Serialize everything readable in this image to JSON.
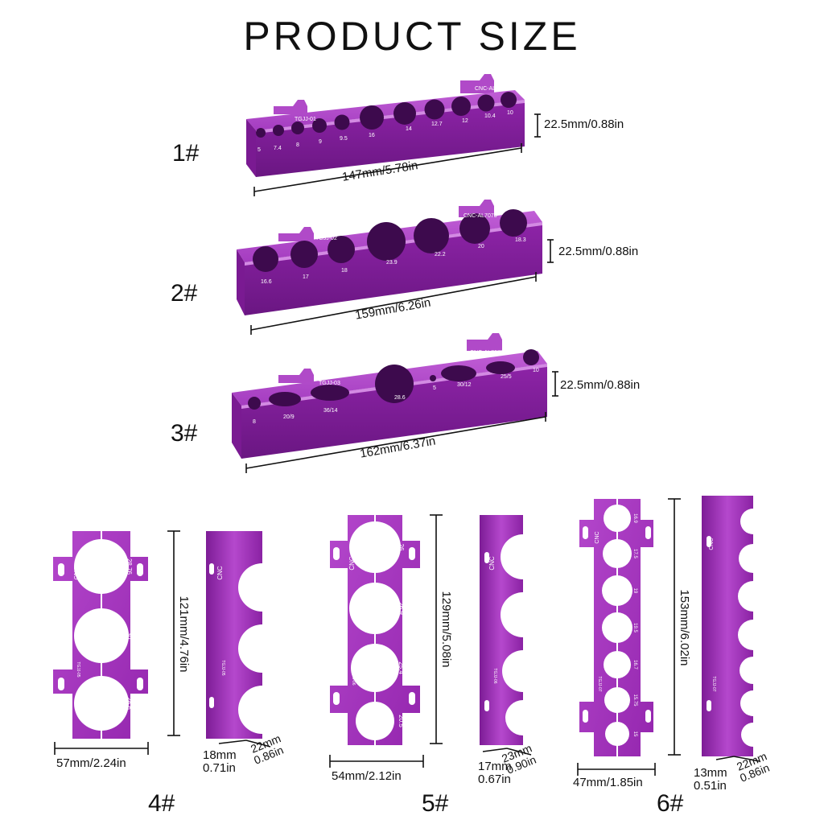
{
  "title": "PRODUCT SIZE",
  "colors": {
    "purple": "#9b2fb5",
    "purple_dark": "#6e1d86",
    "purple_light": "#c46ad8",
    "hole": "#4a0f5c",
    "white": "#ffffff"
  },
  "products": [
    {
      "id": "1#",
      "code": "TGJJ-01",
      "brand": "CNC-AL7075",
      "length": "147mm/5.78in",
      "height": "22.5mm/0.88in",
      "holes": [
        "5",
        "7.4",
        "8",
        "9",
        "9.5",
        "16",
        "14",
        "12.7",
        "12",
        "10.4",
        "10"
      ]
    },
    {
      "id": "2#",
      "code": "TGJJ-02",
      "brand": "CNC-AL7075",
      "length": "159mm/6.26in",
      "height": "22.5mm/0.88in",
      "holes": [
        "16.6",
        "17",
        "18",
        "23.9",
        "22.2",
        "20",
        "18.3"
      ]
    },
    {
      "id": "3#",
      "code": "TGJJ-03",
      "brand": "CNC-AL7075",
      "length": "162mm/6.37in",
      "height": "22.5mm/0.88in",
      "holes": [
        "8",
        "20/9",
        "36/14",
        "28.6",
        "5",
        "30/12",
        "25/5",
        "10"
      ]
    },
    {
      "id": "4#",
      "code": "TGJJ-05",
      "brand": "CNC",
      "length": "121mm/4.76in",
      "width": "57mm/2.24in",
      "depth_a": "18mm",
      "depth_a_in": "0.71in",
      "depth_b": "22mm",
      "depth_b_in": "0.86in",
      "holes": [
        "28.76",
        "30",
        "28.6"
      ]
    },
    {
      "id": "5#",
      "code": "TGJJ-06",
      "brand": "CNC",
      "length": "129mm/5.08in",
      "width": "54mm/2.12in",
      "depth_a": "17mm",
      "depth_a_in": "0.67in",
      "depth_b": "23mm",
      "depth_b_in": "0.90in",
      "holes": [
        "26",
        "26.9",
        "25.4",
        "20.5"
      ]
    },
    {
      "id": "6#",
      "code": "TGJJ-07",
      "brand": "CNC",
      "length": "153mm/6.02in",
      "width": "47mm/1.85in",
      "depth_a": "13mm",
      "depth_a_in": "0.51in",
      "depth_b": "22mm",
      "depth_b_in": "0.86in",
      "holes": [
        "16.9",
        "17.5",
        "19",
        "19.5",
        "16.7",
        "15.75",
        "15"
      ]
    }
  ]
}
